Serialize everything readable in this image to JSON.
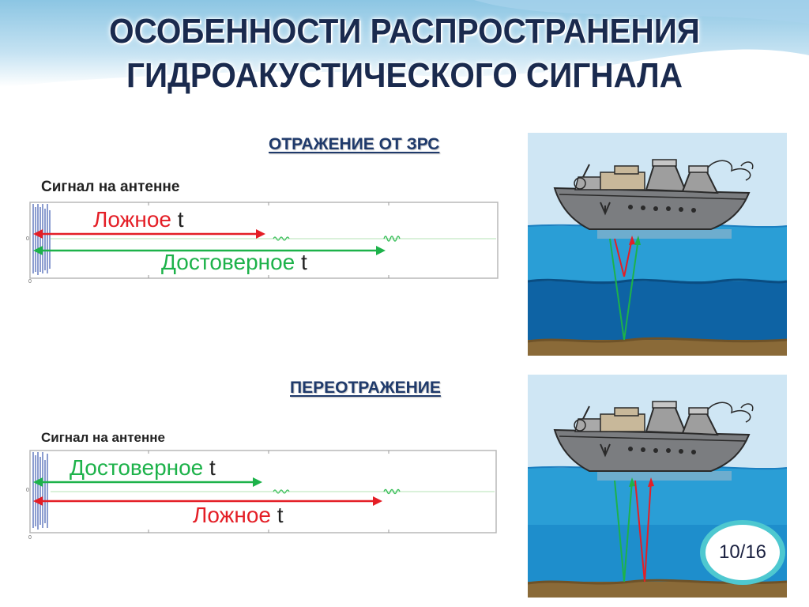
{
  "slide": {
    "title_line1": "ОСОБЕННОСТИ РАСПРОСТРАНЕНИЯ",
    "title_line2": "ГИДРОАКУСТИЧЕСКОГО СИГНАЛА",
    "counter": "10/16"
  },
  "section1": {
    "heading": "ОТРАЖЕНИЕ ОТ ЗРС",
    "panel_title": "Сигнал на антенне",
    "false_label": "Ложное",
    "true_label": "Достоверное",
    "t_symbol": "t"
  },
  "section2": {
    "heading": "ПЕРЕОТРАЖЕНИЕ",
    "panel_title": "Сигнал на антенне",
    "true_label": "Достоверное",
    "false_label": "Ложное",
    "t_symbol": "t"
  },
  "colors": {
    "title": "#1a2a4e",
    "heading": "#1f3a6b",
    "false_arrow": "#e41e26",
    "true_arrow": "#1db24a",
    "sky": "#cfe6f4",
    "water_top": "#2a9ed6",
    "water_deep": "#0e63a4",
    "seabed": "#8a6a38",
    "counter_ring": "#4ec8d0"
  },
  "icons": {
    "ship": "ship-illustration",
    "arrow": "double-head-arrow"
  }
}
